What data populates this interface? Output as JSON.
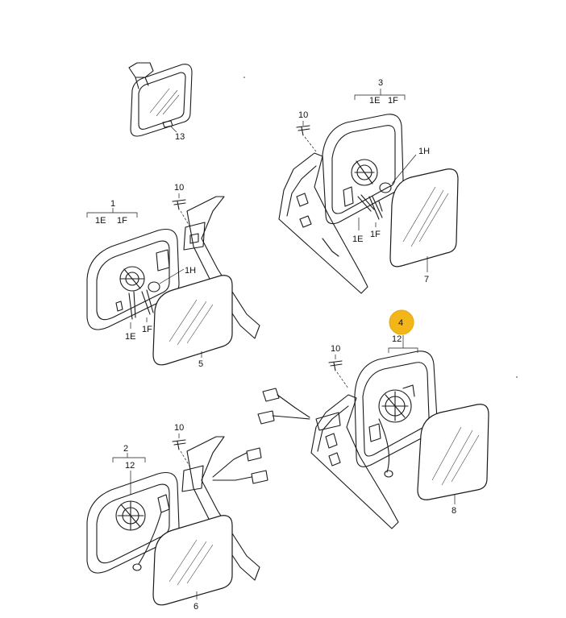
{
  "diagram": {
    "highlight_color": "#f2b619",
    "line_color": "#1a1a1a",
    "labels": {
      "part_13": "13",
      "part_3": "3",
      "part_3_1e": "1E",
      "part_3_1f": "1F",
      "part_10_a": "10",
      "part_1h_a": "1H",
      "part_1e_a": "1E",
      "part_1f_a": "1F",
      "part_7": "7",
      "part_1": "1",
      "part_1_1e": "1E",
      "part_1_1f": "1F",
      "part_10_b": "10",
      "part_1h_b": "1H",
      "part_1e_b": "1E",
      "part_1f_b": "1F",
      "part_5": "5",
      "part_4": "4",
      "part_4_12": "12",
      "part_10_c": "10",
      "part_8": "8",
      "part_2": "2",
      "part_2_12": "12",
      "part_10_d": "10",
      "part_6": "6"
    }
  }
}
